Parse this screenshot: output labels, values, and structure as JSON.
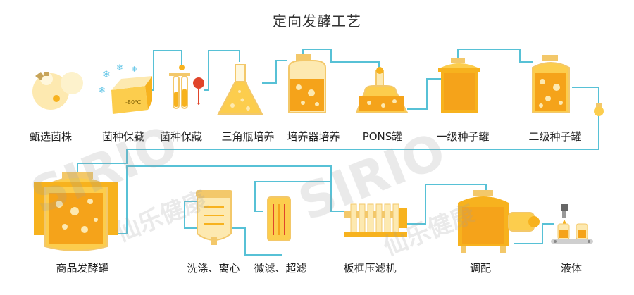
{
  "title": "定向发酵工艺",
  "watermark": {
    "brand": "SIRIO",
    "cn": "仙乐健康"
  },
  "colors": {
    "pipe": "#57c1d6",
    "tank": "#f7b21e",
    "tank_light": "#fccd4d",
    "liquid": "#f5a31a",
    "bubble": "#fde9b0",
    "outline": "#f3c86a",
    "red": "#e0452b",
    "ice": "#5cc3e6"
  },
  "steps": [
    {
      "id": "screening",
      "label": "甄选菌株"
    },
    {
      "id": "storage1",
      "label": "菌种保藏",
      "freezer_text": "-80℃"
    },
    {
      "id": "storage2",
      "label": "菌种保藏"
    },
    {
      "id": "flask",
      "label": "三角瓶培养"
    },
    {
      "id": "incubator",
      "label": "培养器培养"
    },
    {
      "id": "pons",
      "label": "PONS罐"
    },
    {
      "id": "seed1",
      "label": "一级种子罐"
    },
    {
      "id": "seed2",
      "label": "二级种子罐"
    },
    {
      "id": "commercial",
      "label": "商品发酵罐"
    },
    {
      "id": "wash",
      "label": "洗涤、离心"
    },
    {
      "id": "filter",
      "label": "微滤、超滤"
    },
    {
      "id": "press",
      "label": "板框压滤机"
    },
    {
      "id": "blend",
      "label": "调配"
    },
    {
      "id": "liquid",
      "label": "液体"
    }
  ]
}
